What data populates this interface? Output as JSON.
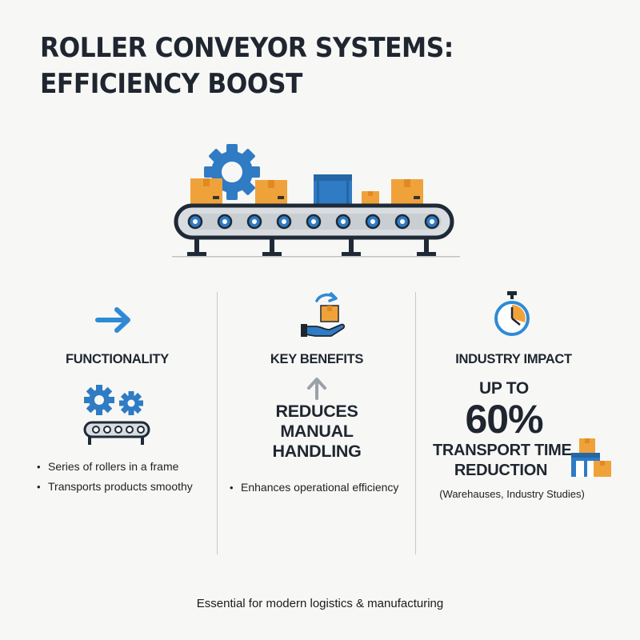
{
  "title": "ROLLER CONVEYOR SYSTEMS: EFFICIENCY BOOST",
  "colors": {
    "blue": "#2f7bc4",
    "orange": "#f0a23a",
    "dark": "#1f2630",
    "gray": "#b9bec4"
  },
  "columns": {
    "functionality": {
      "icon": "arrow-right-icon",
      "heading": "FUNCTIONALITY",
      "illustration": "gears-conveyor-icon",
      "bullets": [
        "Series of rollers in a frame",
        "Transports products smoothy"
      ]
    },
    "benefits": {
      "icon": "hand-box-icon",
      "heading": "KEY BENEFITS",
      "arrow": "arrow-up-icon",
      "highlight": [
        "REDUCES",
        "MANUAL",
        "HANDLING"
      ],
      "bullets": [
        "Enhances operational efficiency"
      ]
    },
    "impact": {
      "icon": "stopwatch-icon",
      "heading": "INDUSTRY IMPACT",
      "prefix": "UP TO",
      "stat": "60%",
      "stat_label": [
        "TRANSPORT TIME",
        "REDUCTION"
      ],
      "illustration": "warehouse-boxes-icon",
      "source": "(Warehauses, Industry Studies)"
    }
  },
  "footer": "Essential for modern logistics & manufacturing"
}
